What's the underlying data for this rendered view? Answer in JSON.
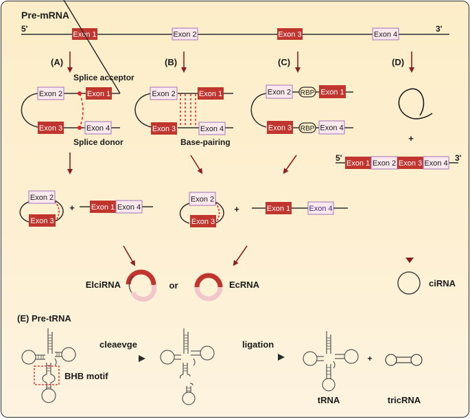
{
  "colors": {
    "exon_dark": "#c1352f",
    "exon_light_fill": "#fbe9ee",
    "exon_light_border": "#a070b8",
    "arrow": "#8b1e1e",
    "line": "#2b2b2b",
    "pairing": "#e02020",
    "ring_top": "#c1352f",
    "ring_bottom": "#f2c7cc",
    "background": "#fdeec9"
  },
  "premrna": {
    "title": "Pre-mRNA",
    "five_prime": "5'",
    "three_prime": "3'",
    "exons": [
      "Exon 1",
      "Exon 2",
      "Exon 3",
      "Exon 4"
    ]
  },
  "pathways": {
    "A": {
      "label": "(A)",
      "top_note": "Splice acceptor",
      "bottom_note": "Splice donor",
      "exons": [
        "Exon 2",
        "Exon 1",
        "Exon 3",
        "Exon 4"
      ]
    },
    "B": {
      "label": "(B)",
      "bottom_note": "Base-pairing",
      "exons": [
        "Exon 2",
        "Exon 1",
        "Exon 3",
        "Exon 4"
      ]
    },
    "C": {
      "label": "(C)",
      "rbp": "RBP",
      "exons": [
        "Exon 2",
        "Exon 1",
        "Exon 3",
        "Exon 4"
      ]
    },
    "D": {
      "label": "(D)",
      "plus": "+",
      "five_prime": "5'",
      "three_prime": "3'",
      "exons": [
        "Exon 1",
        "Exon 2",
        "Exon 3",
        "Exon 4"
      ]
    }
  },
  "intermediates": {
    "left": {
      "loop_exons": [
        "Exon 2",
        "Exon 3"
      ],
      "plus": "+",
      "linear_exons": [
        "Exon 1",
        "Exon 4"
      ]
    },
    "right": {
      "loop_exons": [
        "Exon 2",
        "Exon 3"
      ],
      "plus": "+",
      "linear_exons": [
        "Exon 1",
        "Exon 4"
      ]
    }
  },
  "products": {
    "elcirna": "ElciRNA",
    "or": "or",
    "ecrna": "EcRNA",
    "cirna": "ciRNA"
  },
  "trna": {
    "title": "(E) Pre-tRNA",
    "bhb": "BHB motif",
    "cleavage": "cleaevge",
    "ligation": "ligation",
    "plus": "+",
    "trna_label": "tRNA",
    "tricrna_label": "tricRNA"
  }
}
